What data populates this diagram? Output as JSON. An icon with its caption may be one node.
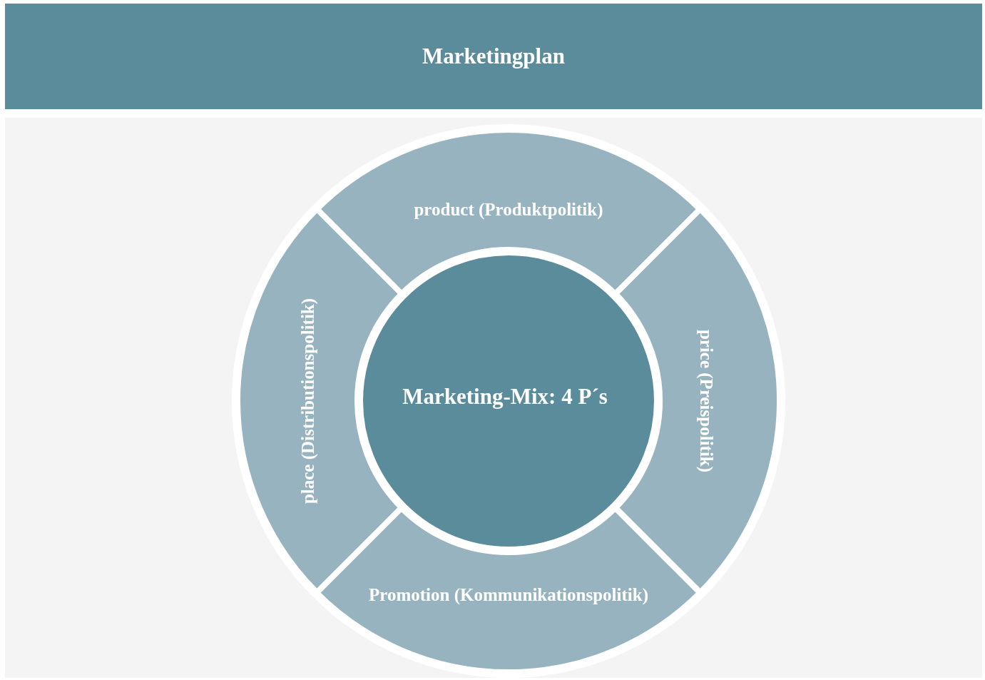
{
  "diagram": {
    "nodes": [
      {
        "text": [
          "Marketingplan"
        ]
      },
      {
        "text": [
          "product (Produktpolitik)"
        ]
      },
      {
        "text": [
          "place (Distributionspolitik)"
        ]
      },
      {
        "text": [
          "price (Preispolitik)"
        ]
      },
      {
        "text": [
          "Promotion (Kommunikationspolitik)"
        ]
      },
      {
        "text": [
          "Marketing-Mix: 4 P´s"
        ]
      }
    ]
  }
}
